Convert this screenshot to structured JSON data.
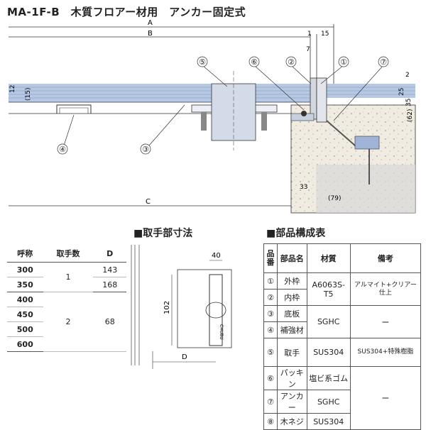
{
  "title": "MA-1F-B　木質フロアー材用　アンカー固定式",
  "section": {
    "handle_dim_title": "■取手部寸法",
    "parts_title": "■部品構成表"
  },
  "drawing": {
    "dims": {
      "A": "A",
      "B": "B",
      "C": "C",
      "d1": "1",
      "d15": "15",
      "d7": "7",
      "d12": "12",
      "d15p": "(15)",
      "d2": "2",
      "d25": "25",
      "d35": "35",
      "d62": "(62)",
      "d33": "33",
      "d79": "(79)"
    },
    "callouts": [
      "①",
      "②",
      "③",
      "④",
      "⑤",
      "⑥",
      "⑦"
    ]
  },
  "handle_drawing": {
    "width": "40",
    "height": "102",
    "d_label": "D",
    "brand": "CHUBU"
  },
  "handle_table": {
    "headers": [
      "呼称",
      "取手数",
      "D"
    ],
    "rows": [
      {
        "name": "300",
        "count": "1",
        "d": "143"
      },
      {
        "name": "350",
        "count": "",
        "d": "168"
      },
      {
        "name": "400",
        "count": "2",
        "d": "68"
      },
      {
        "name": "450",
        "count": "",
        "d": ""
      },
      {
        "name": "500",
        "count": "",
        "d": ""
      },
      {
        "name": "600",
        "count": "",
        "d": ""
      }
    ]
  },
  "parts_table": {
    "headers": {
      "no": "品番",
      "name": "部品名",
      "material": "材質",
      "note": "備考"
    },
    "rows": [
      {
        "no": "①",
        "name": "外枠",
        "material": "A6063S-T5",
        "note": "アルマイト+クリアー仕上"
      },
      {
        "no": "②",
        "name": "内枠",
        "material": "",
        "note": ""
      },
      {
        "no": "③",
        "name": "底板",
        "material": "SGHC",
        "note": "ー"
      },
      {
        "no": "④",
        "name": "補強材",
        "material": "",
        "note": ""
      },
      {
        "no": "⑤",
        "name": "取手",
        "material": "SUS304",
        "note": "SUS304+特殊樹脂"
      },
      {
        "no": "⑥",
        "name": "パッキン",
        "material": "塩ビ系ゴム",
        "note": "ー"
      },
      {
        "no": "⑦",
        "name": "アンカー",
        "material": "SGHC",
        "note": ""
      },
      {
        "no": "⑧",
        "name": "木ネジ",
        "material": "SUS304",
        "note": ""
      }
    ]
  },
  "colors": {
    "floor": "#b7c8e3",
    "concrete": "#f1ece2",
    "lines": "#333333",
    "board": "#8fa6cf"
  }
}
